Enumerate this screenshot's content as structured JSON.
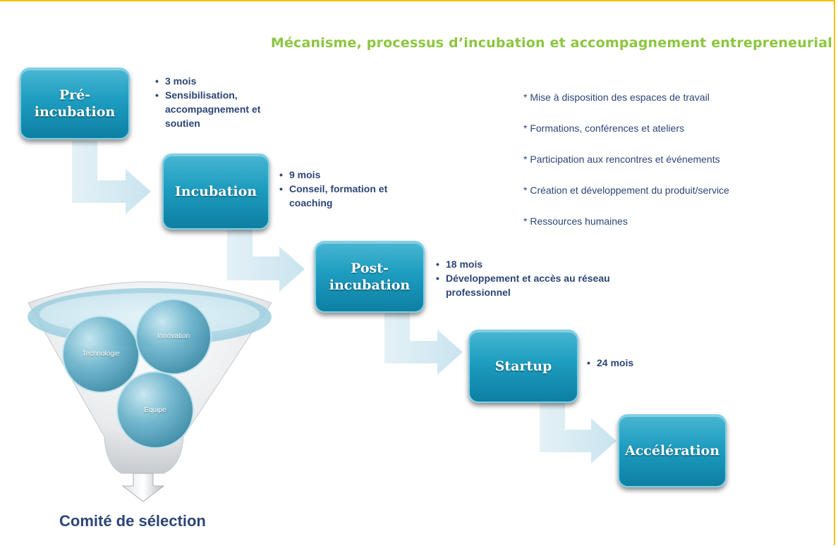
{
  "title": "Mécanisme, processus d’incubation et accompagnement entrepreneurial",
  "stages": [
    {
      "label_line1": "Pré-",
      "label_line2": "incubation",
      "bullets": [
        "3 mois",
        "Sensibilisation, accompagnement et soutien"
      ]
    },
    {
      "label_line1": "Incubation",
      "label_line2": "",
      "bullets": [
        "9 mois",
        "Conseil, formation et coaching"
      ]
    },
    {
      "label_line1": "Post-",
      "label_line2": "incubation",
      "bullets": [
        "18 mois",
        "Développement et accès au réseau professionnel"
      ]
    },
    {
      "label_line1": "Startup",
      "label_line2": "",
      "bullets": [
        "24 mois"
      ]
    },
    {
      "label_line1": "Accélération",
      "label_line2": "",
      "bullets": []
    }
  ],
  "services": [
    "* Mise à disposition  des espaces de travail",
    "*  Formations, conférences et ateliers",
    "*  Participation  aux rencontres et événements",
    "*  Création et développement du produit/service",
    "*  Ressources humaines"
  ],
  "funnel": {
    "criteria": [
      "Technologie",
      "Innovation",
      "Equipe"
    ],
    "output_label": "Comité de sélection"
  },
  "colors": {
    "box": "#1d9dc0",
    "arrow": "#d3e9f2",
    "title": "#8cc63f",
    "text": "#2c4577",
    "frame": "#f2c200"
  }
}
